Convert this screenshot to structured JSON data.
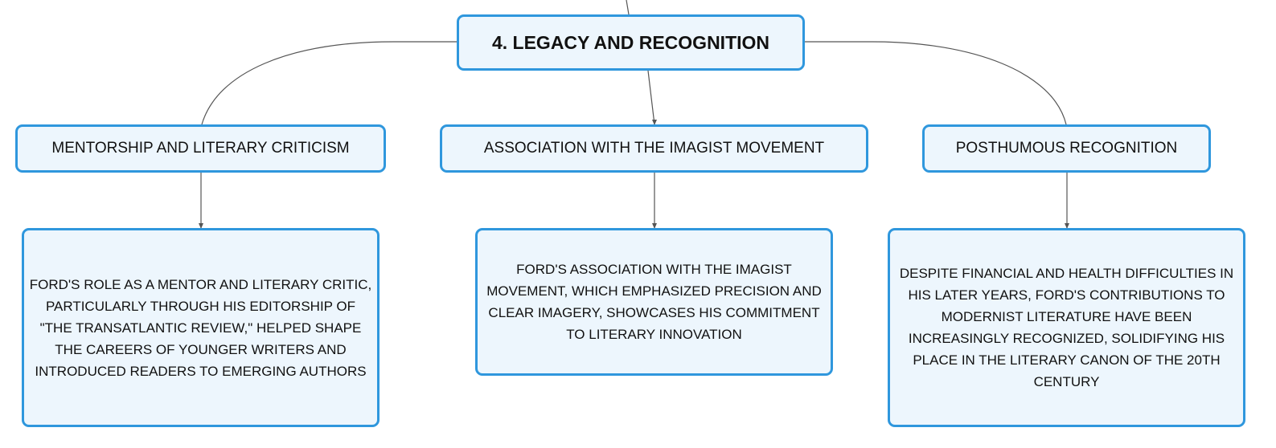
{
  "diagram": {
    "root": {
      "label": "4. LEGACY AND RECOGNITION"
    },
    "branches": [
      {
        "label": "MENTORSHIP AND LITERARY CRITICISM",
        "detail": "FORD'S ROLE AS A MENTOR AND LITERARY CRITIC, PARTICULARLY THROUGH HIS EDITORSHIP OF \"THE TRANSATLANTIC REVIEW,\" HELPED SHAPE THE CAREERS OF YOUNGER WRITERS AND INTRODUCED READERS TO EMERGING AUTHORS"
      },
      {
        "label": "ASSOCIATION WITH THE IMAGIST MOVEMENT",
        "detail": "FORD'S ASSOCIATION WITH THE IMAGIST MOVEMENT, WHICH EMPHASIZED PRECISION AND CLEAR IMAGERY, SHOWCASES HIS COMMITMENT TO LITERARY INNOVATION"
      },
      {
        "label": "POSTHUMOUS RECOGNITION",
        "detail": "DESPITE FINANCIAL AND HEALTH DIFFICULTIES IN HIS LATER YEARS, FORD'S CONTRIBUTIONS TO MODERNIST LITERATURE HAVE BEEN INCREASINGLY RECOGNIZED, SOLIDIFYING HIS PLACE IN THE LITERARY CANON OF THE 20TH CENTURY"
      }
    ]
  },
  "colors": {
    "node_border": "#2f97dd",
    "node_fill": "#edf6fd",
    "connector": "#555555",
    "text": "#111111"
  }
}
